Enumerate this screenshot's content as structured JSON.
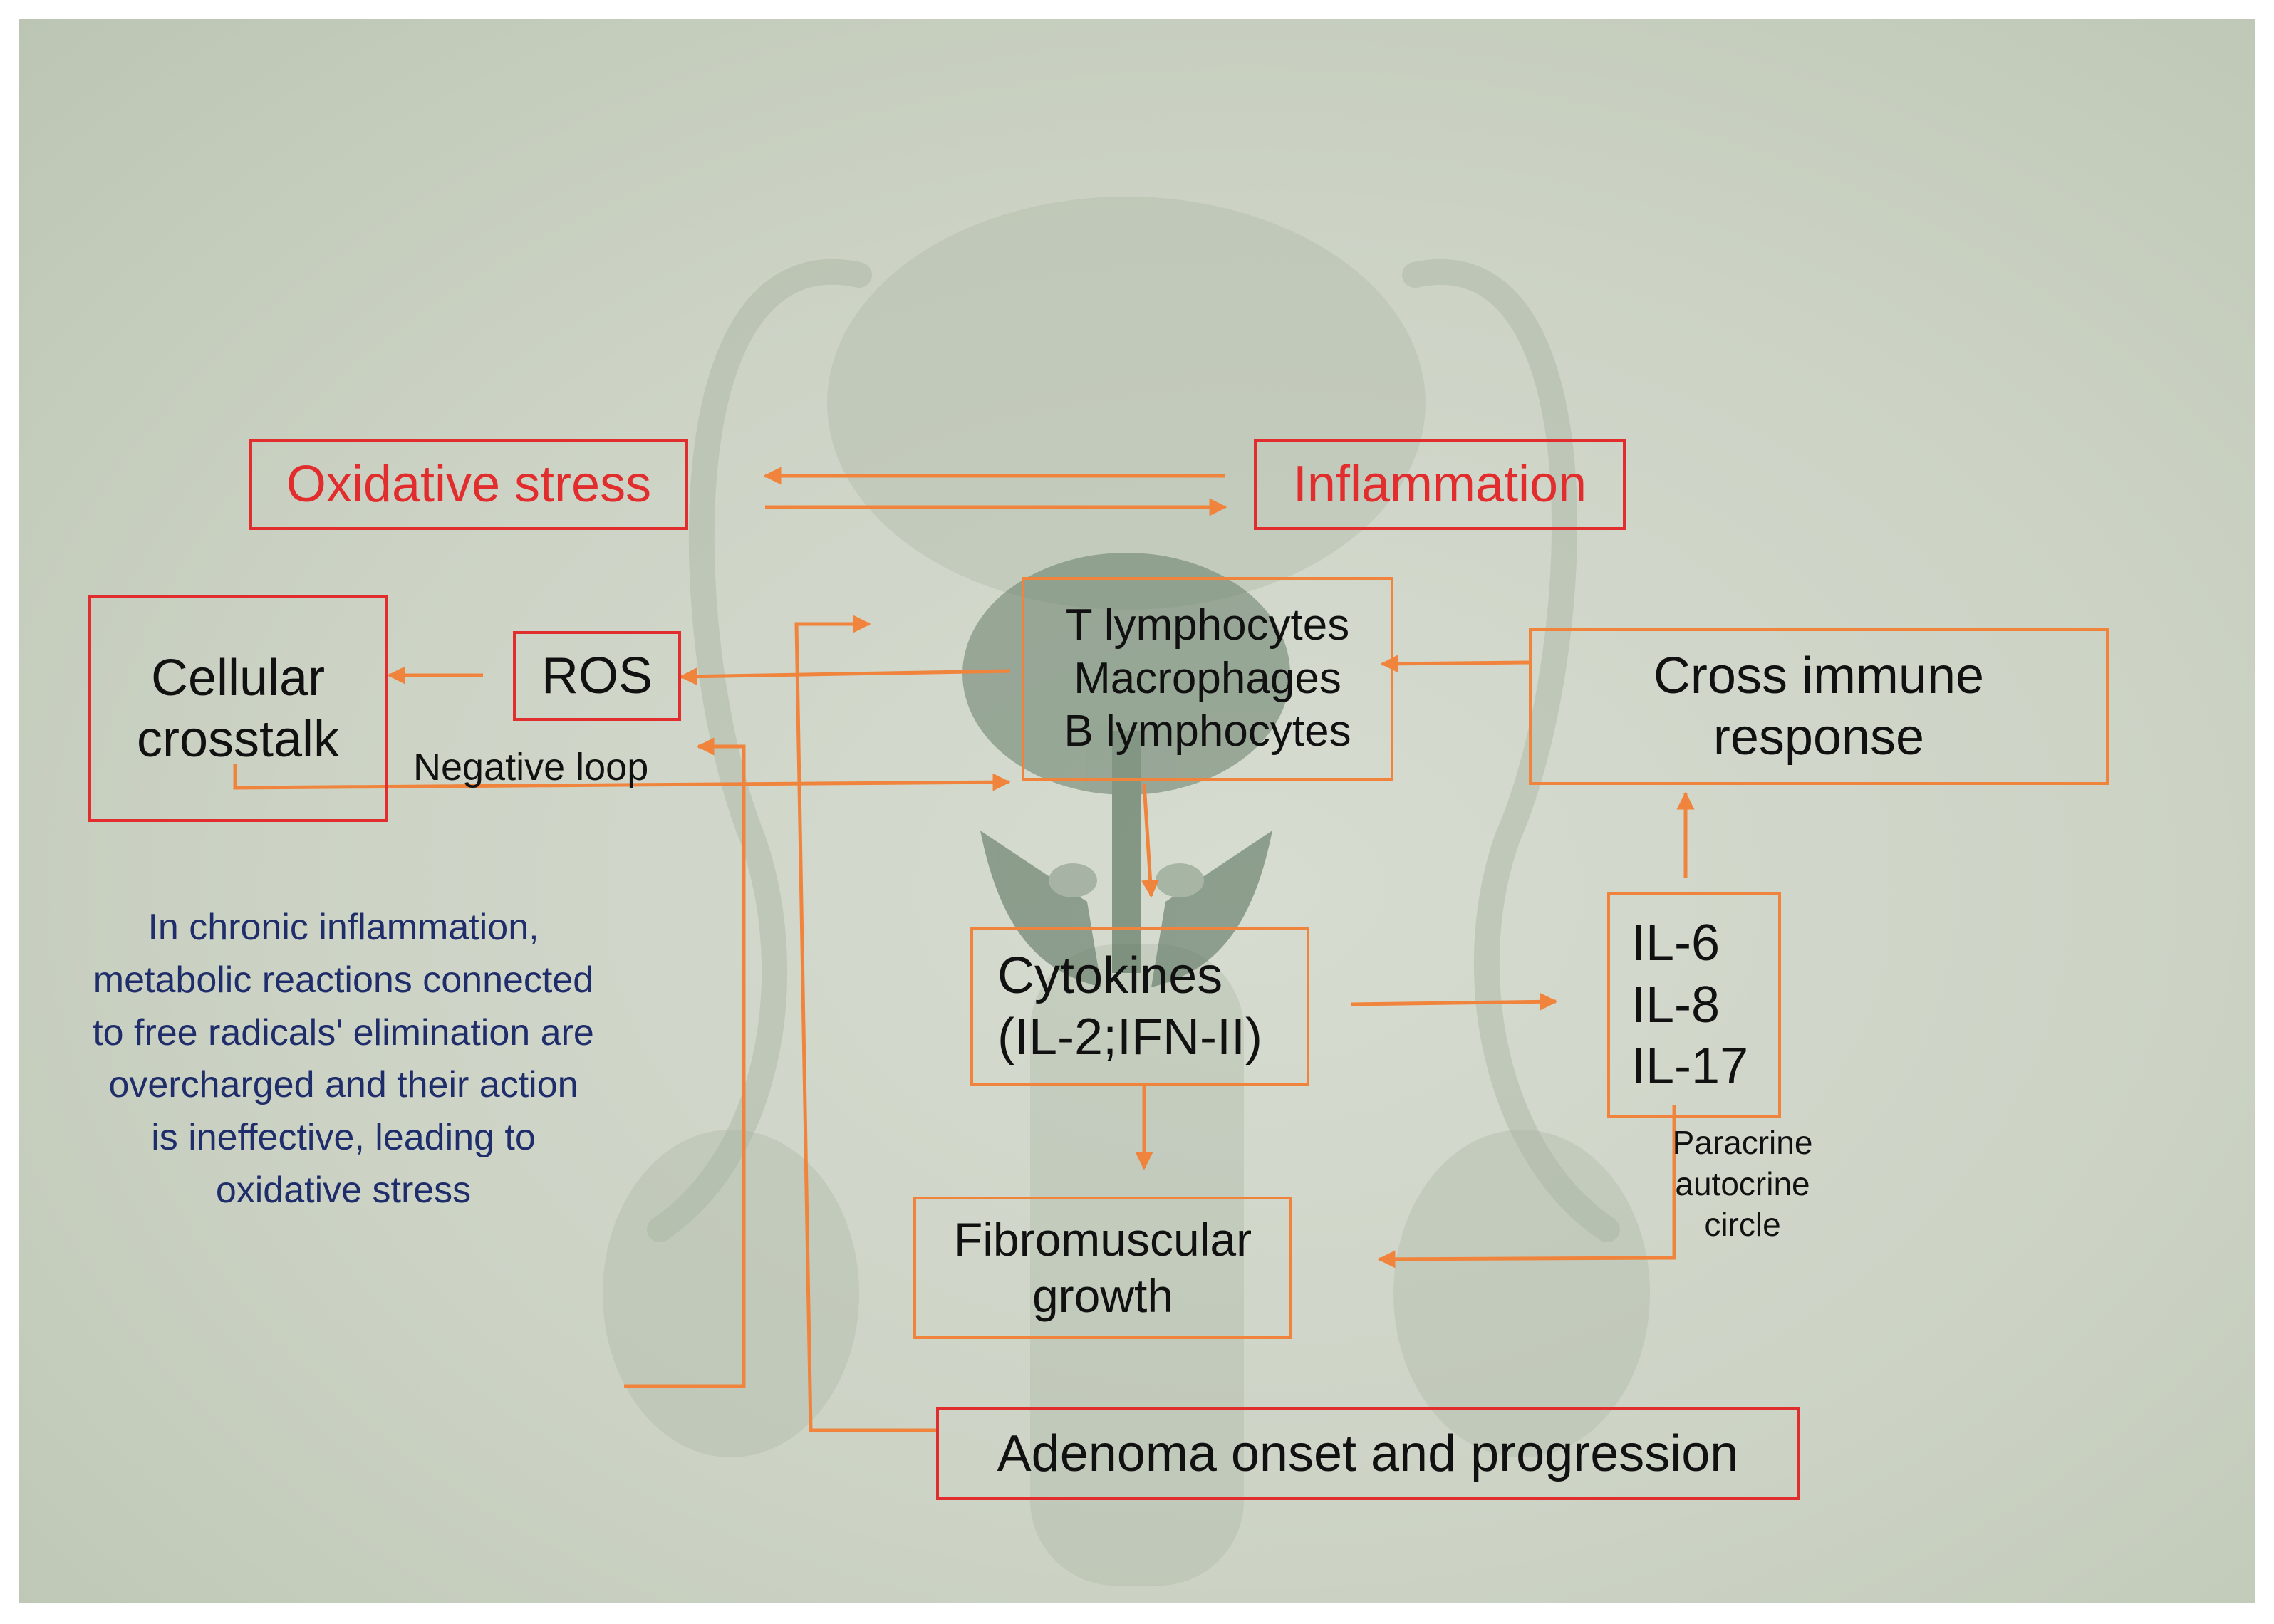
{
  "boxes": {
    "oxidative_stress": "Oxidative stress",
    "inflammation": "Inflammation",
    "cellular_crosstalk": [
      "Cellular",
      "crosstalk"
    ],
    "ros": "ROS",
    "immune_cells": [
      "T lymphocytes",
      "Macrophages",
      "B lymphocytes"
    ],
    "cross_immune_response": [
      "Cross immune",
      "response"
    ],
    "cytokines": [
      "Cytokines",
      "(IL-2;IFN-II)"
    ],
    "interleukins": [
      "IL-6",
      "IL-8",
      "IL-17"
    ],
    "fibromuscular_growth": [
      "Fibromuscular",
      "growth"
    ],
    "adenoma": "Adenoma onset and progression"
  },
  "labels": {
    "negative_loop": "Negative loop",
    "paracrine": [
      "Paracrine",
      "autocrine",
      "circle"
    ],
    "note": [
      "In chronic inflammation,",
      "metabolic reactions connected",
      "to free radicals' elimination are",
      "overcharged and their action",
      "is ineffective, leading to",
      "oxidative stress"
    ]
  },
  "colors": {
    "key_box": "#e12d2d",
    "secondary_box": "#f0843c",
    "arrow": "#f0843c",
    "note_text": "#1f2d6b",
    "text": "#111111"
  }
}
